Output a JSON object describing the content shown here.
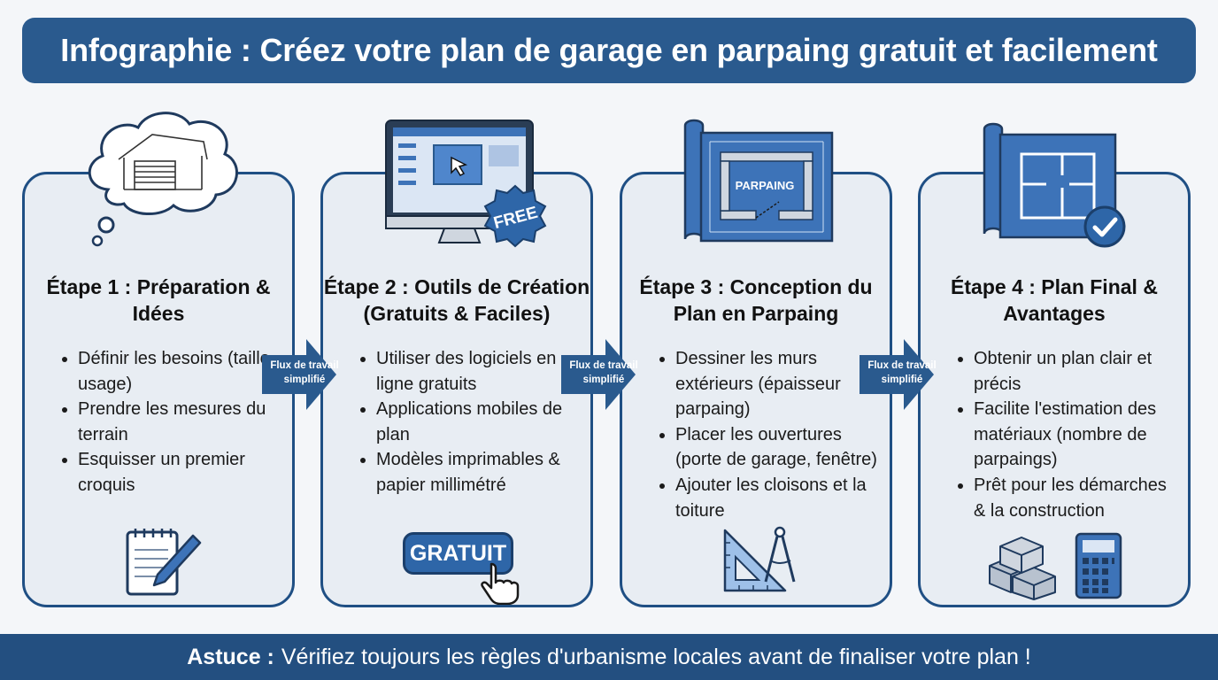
{
  "header": {
    "title": "Infographie : Créez votre plan de garage en parpaing gratuit et facilement"
  },
  "steps": [
    {
      "title_line1": "Étape 1 : Préparation &",
      "title_line2": "Idées",
      "bullets": [
        "Définir les besoins (taille, usage)",
        "Prendre les mesures du terrain",
        "Esquisser un premier croquis"
      ],
      "top_icon": "garage-thought-icon",
      "bottom_icon": "notepad-pencil-icon"
    },
    {
      "title_line1": "Étape 2 : Outils de Création",
      "title_line2": "(Gratuits & Faciles)",
      "bullets": [
        "Utiliser des logiciels en ligne gratuits",
        "Applications mobiles de plan",
        "Modèles imprimables & papier millimétré"
      ],
      "top_icon": "computer-free-icon",
      "badge": "FREE",
      "button": "GRATUIT",
      "bottom_icon": "hand-cursor-icon"
    },
    {
      "title_line1": "Étape 3 : Conception du",
      "title_line2": "Plan en Parpaing",
      "bullets": [
        "Dessiner les murs extérieurs (épaisseur parpaing)",
        "Placer les ouvertures (porte de garage, fenêtre)",
        "Ajouter les cloisons et la toiture"
      ],
      "top_icon": "blueprint-icon",
      "blueprint_label": "PARPAING",
      "bottom_icon": "set-square-compass-icon"
    },
    {
      "title_line1": "Étape 4 : Plan Final &",
      "title_line2": "Avantages",
      "bullets": [
        "Obtenir un plan clair et précis",
        "Facilite l'estimation des matériaux (nombre de parpaings)",
        "Prêt pour les démarches & la construction"
      ],
      "top_icon": "floor-plan-check-icon",
      "bottom_icon": "blocks-calculator-icon"
    }
  ],
  "arrows": [
    {
      "line1": "Flux de travail",
      "line2": "simplifié"
    },
    {
      "line1": "Flux de travail",
      "line2": "simplifié"
    },
    {
      "line1": "Flux de travail",
      "line2": "simplifié"
    }
  ],
  "footer": {
    "label": "Astuce :",
    "text": "Vérifiez toujours les règles d'urbanisme locales avant de finaliser votre plan !"
  },
  "colors": {
    "primary": "#2a5a8e",
    "border": "#1f4f84",
    "card_bg": "#e8edf3",
    "icon_blue": "#3d73b8"
  }
}
